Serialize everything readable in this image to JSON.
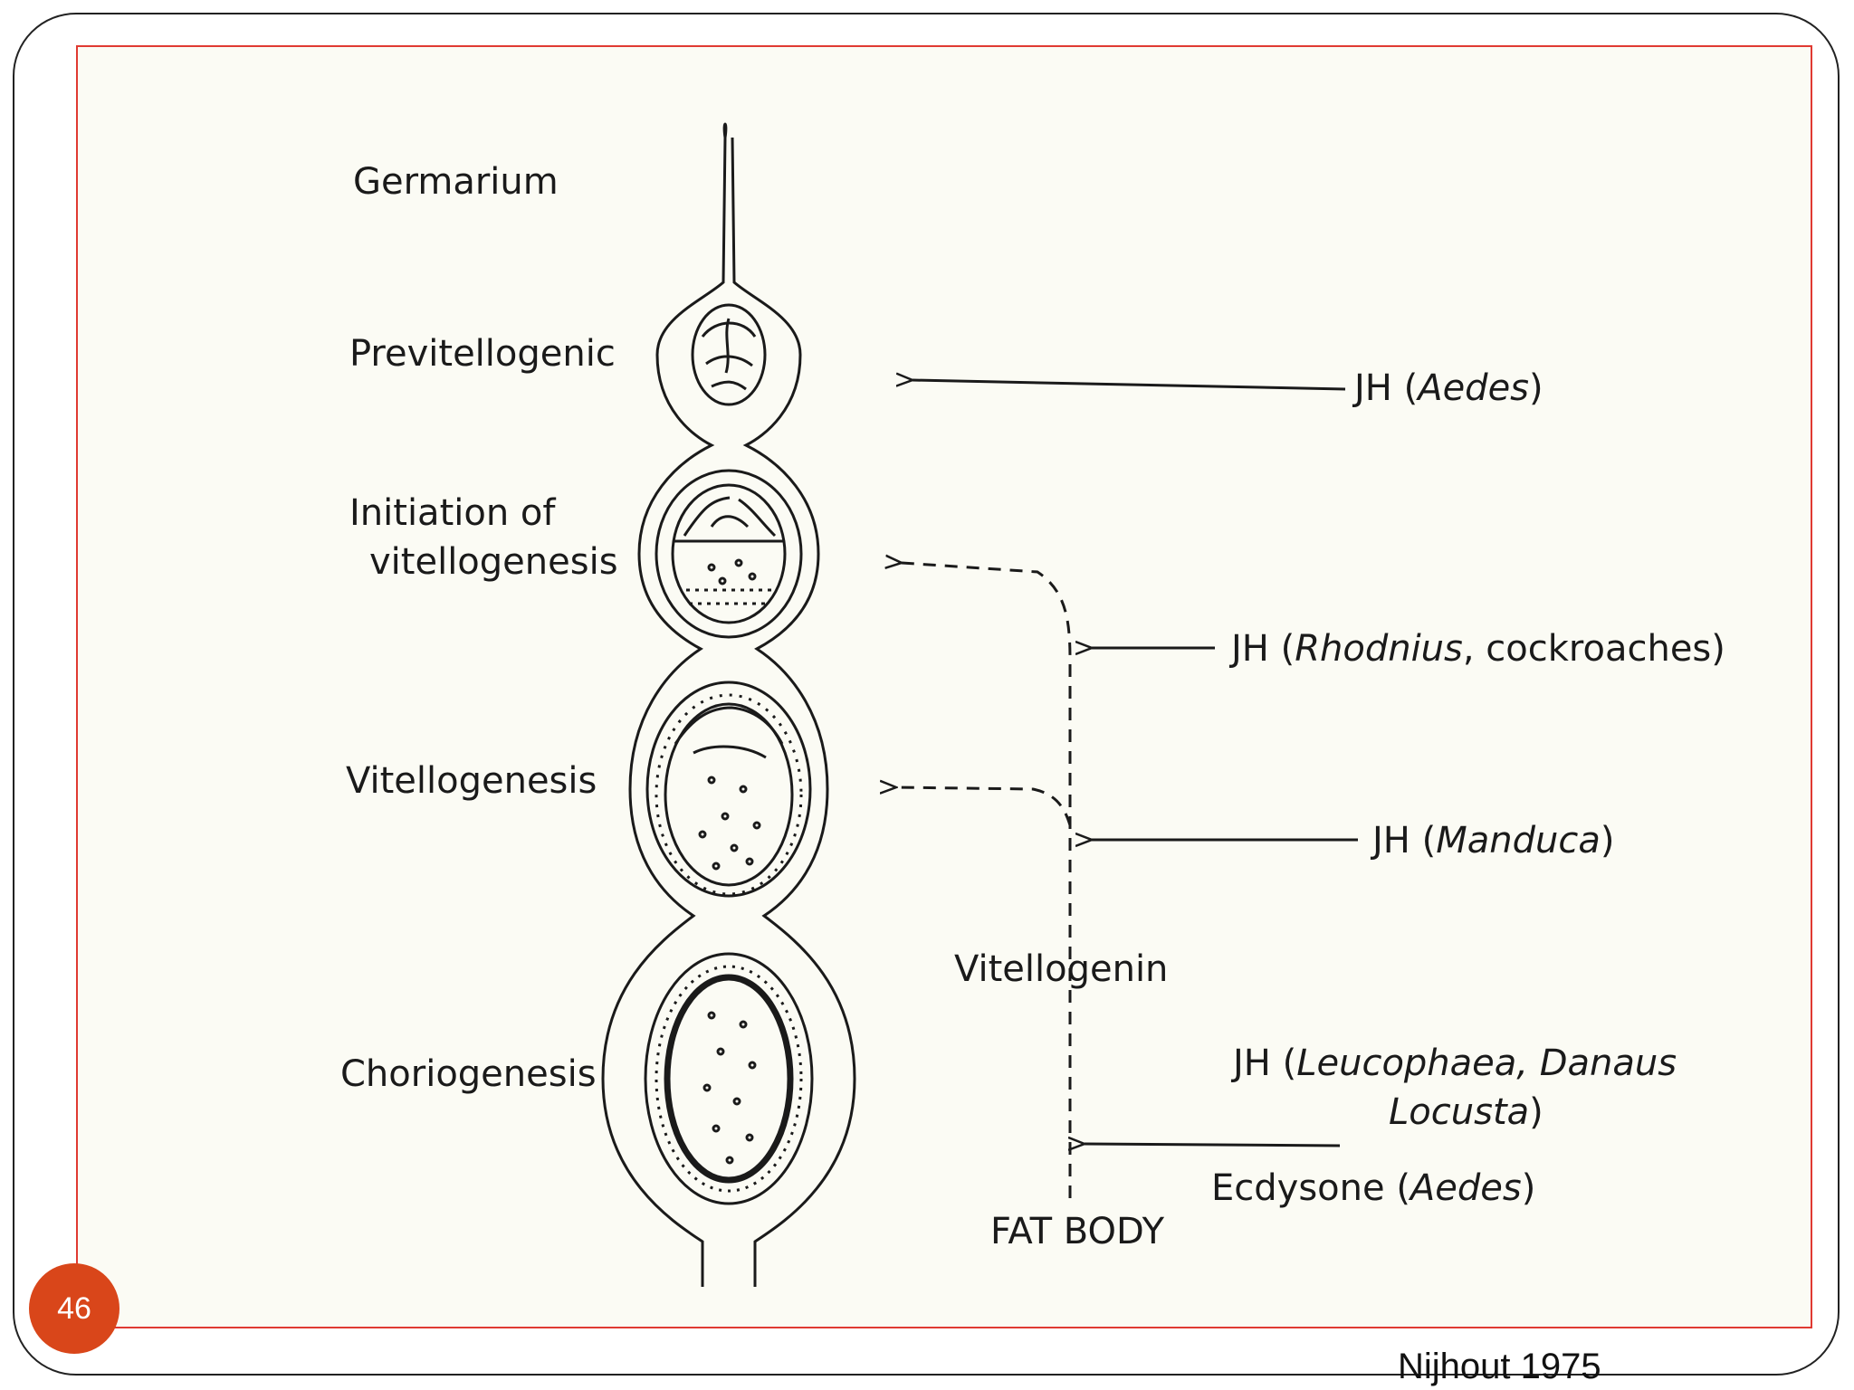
{
  "stages": {
    "germarium": "Germarium",
    "previtellogenic": "Previtellogenic",
    "initiation_line1": "Initiation  of",
    "initiation_line2": "vitellogenesis",
    "vitellogenesis": "Vitellogenesis",
    "choriogenesis": "Choriogenesis"
  },
  "hormones": {
    "jh_aedes": {
      "prefix": "JH (",
      "species": "Aedes",
      "suffix": ")"
    },
    "jh_rhodnius": {
      "prefix": "JH (",
      "species": "Rhodnius",
      "suffix": ", cockroaches)"
    },
    "jh_manduca": {
      "prefix": "JH  (",
      "species": "Manduca",
      "suffix": ")"
    },
    "jh_leucophaea": {
      "prefix": "JH (",
      "species": "Leucophaea, Danaus"
    },
    "jh_locusta": {
      "species": "Locusta",
      "suffix": ")"
    },
    "ecdysone": {
      "prefix": "Ecdysone (",
      "species": "Aedes",
      "suffix": ")"
    }
  },
  "vitellogenin_label": "Vitellogenin",
  "fat_body_label": "FAT  BODY",
  "slide_number": "46",
  "citation": "Nijhout 1975",
  "colors": {
    "frame_border": "#e03a32",
    "badge": "#d9461a",
    "ink": "#1a1a1a",
    "paper": "#fbfbf4"
  }
}
